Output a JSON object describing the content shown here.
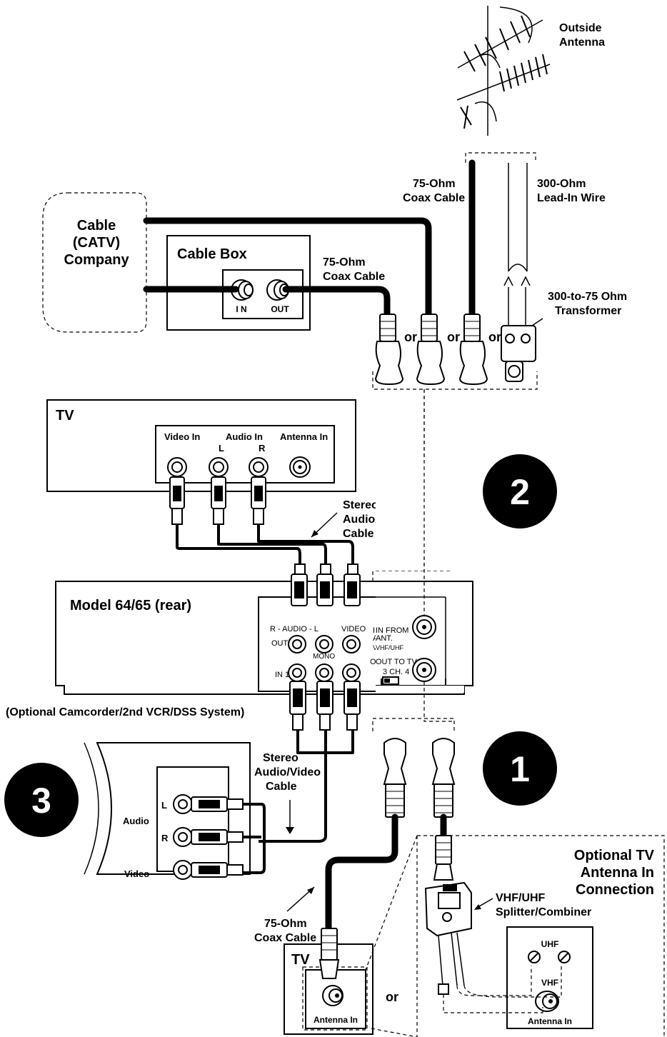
{
  "antenna": {
    "outside_label_1": "Outside",
    "outside_label_2": "Antenna",
    "coax_label_1": "75-Ohm",
    "coax_label_2": "Coax Cable",
    "leadin_label_1": "300-Ohm",
    "leadin_label_2": "Lead-In Wire",
    "transformer_label_1": "300-to-75 Ohm",
    "transformer_label_2": "Transformer"
  },
  "catv": {
    "label_1": "Cable",
    "label_2": "(CATV)",
    "label_3": "Company"
  },
  "cable_box": {
    "title": "Cable Box",
    "in_label": "I N",
    "out_label": "OUT",
    "coax_label_1": "75-Ohm",
    "coax_label_2": "Coax Cable"
  },
  "or_word": "or",
  "tv_top": {
    "title": "TV",
    "video_in": "Video In",
    "audio_in": "Audio In",
    "left": "L",
    "right": "R",
    "antenna_in": "Antenna In"
  },
  "av_cable_top": {
    "line_1": "Stereo",
    "line_2": "Audio/Video",
    "line_3": "Cable"
  },
  "vcr": {
    "title": "Model 64/65 (rear)",
    "r_audio_l": "R - AUDIO - L",
    "video": "VIDEO",
    "out": "OUT",
    "mono": "MONO",
    "in1": "IN 1",
    "in_from_ant_1": "IN  FROM",
    "in_from_ant_2": "ANT.",
    "vhf_uhf": "VHF/UHF",
    "out_to_tv": "OUT TO TV",
    "ch": "3  CH. 4"
  },
  "badges": {
    "one": "1",
    "two": "2",
    "three": "3"
  },
  "optional_source": {
    "title": "(Optional Camcorder/2nd VCR/DSS System)",
    "audio": "Audio",
    "video": "Video",
    "left": "L",
    "right": "R"
  },
  "av_cable_bottom": {
    "line_1": "Stereo",
    "line_2": "Audio/Video",
    "line_3": "Cable"
  },
  "coax_bottom": {
    "line_1": "75-Ohm",
    "line_2": "Coax Cable"
  },
  "tv_bottom": {
    "title": "TV",
    "antenna_in": "Antenna In"
  },
  "optional_tv": {
    "line_1": "Optional TV",
    "line_2": "Antenna In",
    "line_3": "Connection",
    "splitter_1": "VHF/UHF",
    "splitter_2": "Splitter/Combiner",
    "uhf": "UHF",
    "vhf": "VHF",
    "antenna_in": "Antenna In"
  }
}
